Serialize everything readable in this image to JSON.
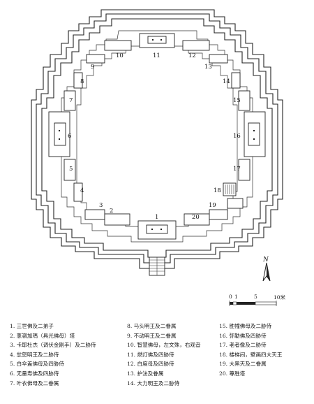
{
  "plan_labels": [
    "1",
    "2",
    "3",
    "4",
    "5",
    "6",
    "7",
    "8",
    "9",
    "10",
    "11",
    "12",
    "13",
    "14",
    "15",
    "16",
    "17",
    "18",
    "19",
    "20"
  ],
  "north_label": "N",
  "scale": {
    "ticks": [
      "0",
      "1",
      "5",
      "10米"
    ]
  },
  "legend": {
    "col1": [
      "1. 三世佛及二弟子",
      "2. 蔥嶺加瑪（具光佛母）塔",
      "3. 卡耶杜杰（调伏金刚手）及二胁侍",
      "4. 忿怒明王及二胁侍",
      "5. 白伞盖佛母及四胁侍",
      "6. 无量寿佛及四胁侍",
      "7. 叶衣佛母及二眷属"
    ],
    "col2": [
      "8. 马头明王及二眷属",
      "9. 不动明王及二眷属",
      "10. 智慧佛母，左文殊，右观音",
      "11. 燃灯佛及四胁侍",
      "12. 白度母及四胁侍",
      "13. 护法及眷属",
      "14. 大力明王及二胁侍"
    ],
    "col3": [
      "15. 胜幢佛母及二胁侍",
      "16. 弥勒佛及四胁侍",
      "17. 老者像及二胁侍",
      "18. 楼梯间，壁画四大天王",
      "19. 大黑天及二眷属",
      "20. 尊胜塔"
    ]
  }
}
